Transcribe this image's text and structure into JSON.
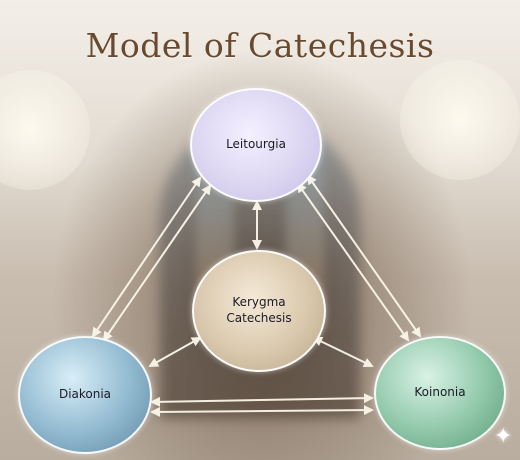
{
  "title": "Model of Catechesis",
  "nodes": {
    "top": "Leitourgia",
    "center_line1": "Kerygma",
    "center_line2": "Catechesis",
    "left": "Diakonia",
    "right": "Koinonia"
  },
  "colors": {
    "title": "#6a4a2e",
    "top_node": "#dcd6f2",
    "center_node": "#d9c8ad",
    "left_node": "#8fb8cf",
    "right_node": "#8fc7a8",
    "connector": "#fbf7ea"
  },
  "icons": {
    "corner": "sparkle-icon"
  }
}
